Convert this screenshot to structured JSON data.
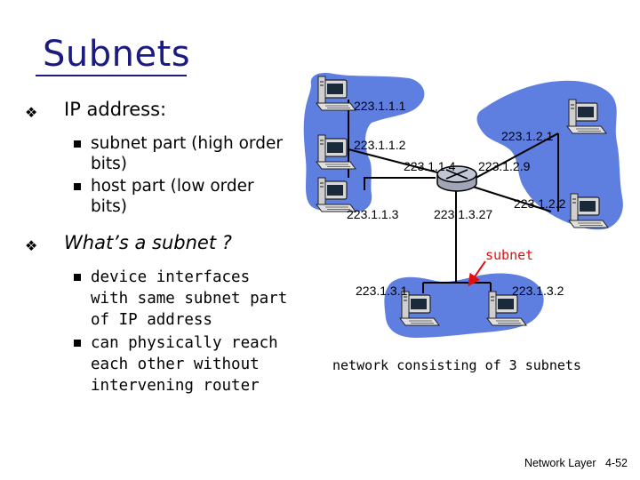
{
  "title": "Subnets",
  "bullets": [
    {
      "text": "IP address:",
      "italic": false,
      "sub": [
        "subnet part (high order bits)",
        "host part (low order bits)"
      ]
    },
    {
      "text": "What’s a subnet ?",
      "italic": true,
      "sub": [
        "device interfaces with same subnet part of IP address",
        "can physically reach each other without intervening router"
      ]
    }
  ],
  "diagram": {
    "addresses": {
      "host_1_1_1": "223.1.1.1",
      "host_1_1_2": "223.1.1.2",
      "router_1_1_4": "223.1.1.4",
      "host_1_1_3": "223.1.1.3",
      "host_1_2_1": "223.1.2.1",
      "router_1_2_9": "223.1.2.9",
      "host_1_2_2": "223.1.2.2",
      "router_1_3_27": "223.1.3.27",
      "host_1_3_1": "223.1.3.1",
      "host_1_3_2": "223.1.3.2"
    },
    "subnet_label": "subnet",
    "caption": "network consisting of 3 subnets",
    "colors": {
      "subnet_fill": "#5f7fe0",
      "label_red": "#e01010",
      "router_fill": "#a0a6b8"
    }
  },
  "footer": {
    "section": "Network Layer",
    "page": "4-52"
  }
}
